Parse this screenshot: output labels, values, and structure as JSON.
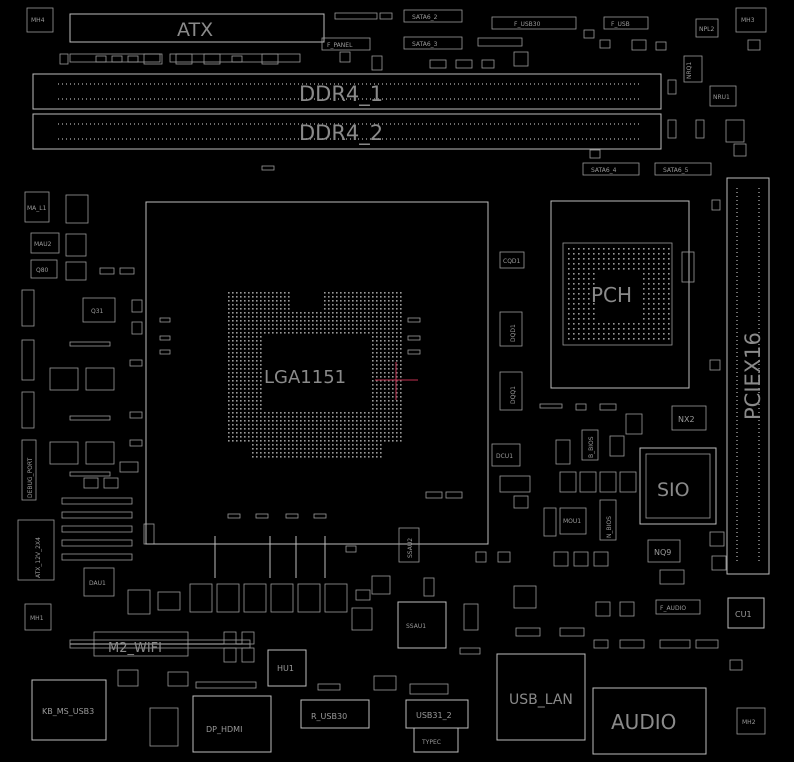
{
  "connectors": {
    "atx": "ATX",
    "ddr4_1": "DDR4_1",
    "ddr4_2": "DDR4_2",
    "sata6_2": "SATA6_2",
    "sata6_3": "SATA6_3",
    "sata6_4": "SATA6_4",
    "sata6_5": "SATA6_5",
    "f_usb30": "F_USB30",
    "f_usb": "F_USB",
    "f_panel": "F_PANEL",
    "pciex16": "PCIEX16",
    "atx_12v_2x4": "ATX_12V_2X4",
    "debug_port": "DEBUG_PORT",
    "m2_wifi": "M2_WIFI",
    "kb_ms_usb3": "KB_MS_USB3",
    "dp_hdmi": "DP_HDMI",
    "r_usb30": "R_USB30",
    "usb31_2": "USB31_2",
    "typec": "TYPEC",
    "usb_lan": "USB_LAN",
    "audio": "AUDIO",
    "f_audio": "F_AUDIO"
  },
  "chips": {
    "lga": "LGA1151",
    "pch": "PCH",
    "sio": "SIO",
    "nx2": "NX2",
    "nq9": "NQ9",
    "cu1": "CU1",
    "hu1": "HU1",
    "ssau1": "SSAU1",
    "dau1": "DAU1",
    "q31": "Q31",
    "q80": "Q80",
    "ssau2": "SSAU2",
    "dcu1": "DCU1",
    "mou1": "MOU1",
    "ma_l1": "MA_L1",
    "mau2": "MAU2",
    "nru1": "NRU1",
    "nrq1": "NRQ1",
    "npl2": "NPL2",
    "n_bios": "N_BIOS",
    "b_bios": "B_BIOS",
    "dqq1": "DQQ1",
    "dqd1": "DQD1",
    "cqd1": "CQD1"
  },
  "mounting_holes": {
    "mh1": "MH1",
    "mh2": "MH2",
    "mh3": "MH3",
    "mh4": "MH4"
  }
}
